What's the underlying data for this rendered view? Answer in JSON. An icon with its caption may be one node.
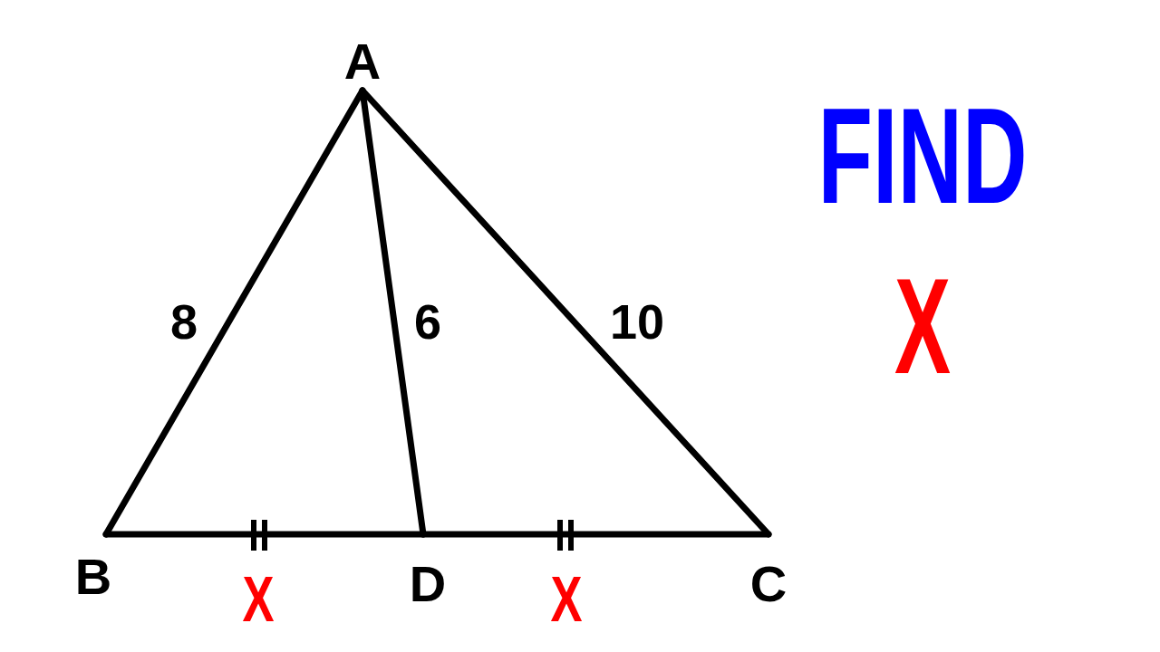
{
  "diagram": {
    "nodes": [
      {
        "text": [
          "A"
        ]
      },
      {
        "text": [
          "B"
        ]
      },
      {
        "text": [
          "D"
        ]
      },
      {
        "text": [
          "C"
        ]
      }
    ],
    "edges": [
      {
        "from": 0,
        "to": 1,
        "arrow": "none",
        "label": "8"
      },
      {
        "from": 0,
        "to": 2,
        "arrow": "none",
        "label": "6"
      },
      {
        "from": 0,
        "to": 3,
        "arrow": "none",
        "label": "10"
      },
      {
        "from": 1,
        "to": 2,
        "arrow": "none"
      },
      {
        "from": 2,
        "to": 3,
        "arrow": "none"
      }
    ],
    "labels": [
      "X",
      "X",
      "FIND",
      "X"
    ]
  }
}
